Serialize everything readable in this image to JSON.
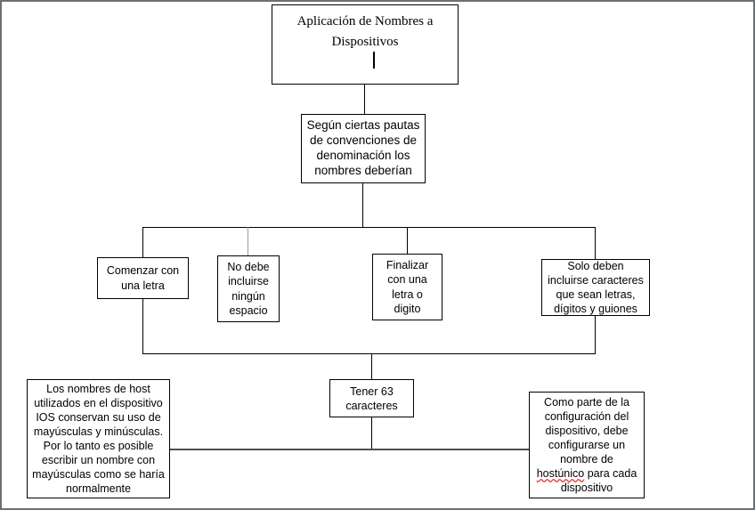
{
  "diagram": {
    "title": "Aplicación de Nombres a Dispositivos",
    "type": "flowchart",
    "nodes": {
      "root": {
        "label": "Aplicación de Nombres a\nDispositivos",
        "caret": "text-cursor"
      },
      "guideline": {
        "label": "Según ciertas pautas\nde convenciones de\ndenominación los\nnombres deberían"
      },
      "rule_start": {
        "label": "Comenzar con\nuna letra"
      },
      "rule_space": {
        "label": "No debe\nincluirse\nningún\nespacio"
      },
      "rule_end": {
        "label": "Finalizar\ncon una\nletra o\ndigito"
      },
      "rule_chars": {
        "label": "Solo deben\nincluirse caracteres\nque sean letras,\ndígitos y guiones"
      },
      "note_case": {
        "label": "Los nombres de host\nutilizados en el dispositivo\nIOS conservan su uso de\nmayúsculas y minúsculas.\nPor lo tanto es posible\nescribir un nombre con\nmayúsculas como se haría\nnormalmente"
      },
      "length": {
        "label": "Tener 63\ncaracteres"
      },
      "note_hostname": {
        "line1": "Como parte de la",
        "line2": "configuración del",
        "line3": "dispositivo, debe",
        "line4": "configurarse un",
        "line5": "nombre de",
        "line6_misspelled": "hostúnico",
        "line6_rest": " para cada",
        "line7": "dispositivo"
      }
    },
    "colors": {
      "stroke": "#000000",
      "faint_stroke": "#9a9a9a",
      "page_frame": "#6c6f75",
      "background": "#ffffff",
      "spellcheck_underline": "#e03030"
    }
  }
}
